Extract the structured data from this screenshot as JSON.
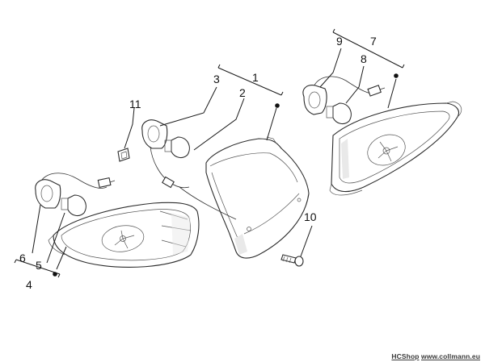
{
  "callouts": [
    {
      "id": "1",
      "label": "1"
    },
    {
      "id": "2",
      "label": "2"
    },
    {
      "id": "3",
      "label": "3"
    },
    {
      "id": "4",
      "label": "4"
    },
    {
      "id": "5",
      "label": "5"
    },
    {
      "id": "6",
      "label": "6"
    },
    {
      "id": "7",
      "label": "7"
    },
    {
      "id": "8",
      "label": "8"
    },
    {
      "id": "9",
      "label": "9"
    },
    {
      "id": "10",
      "label": "10"
    },
    {
      "id": "11",
      "label": "11"
    }
  ],
  "watermark": {
    "shop": "HCShop",
    "site": "www.collmann.eu"
  },
  "colors": {
    "line": "#1a1a1a",
    "background": "#ffffff"
  }
}
